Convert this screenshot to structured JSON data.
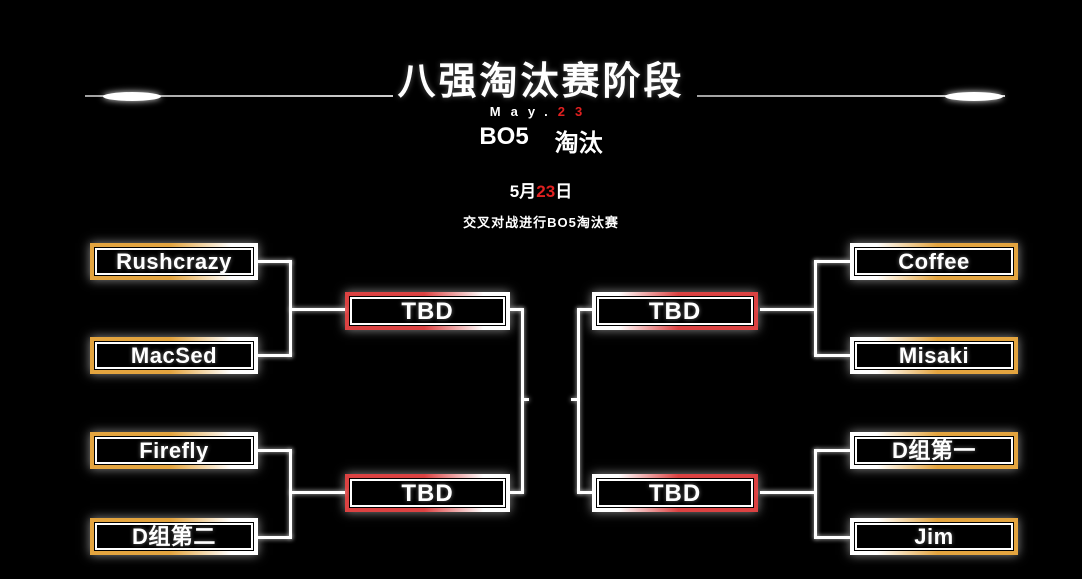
{
  "header": {
    "title": "八强淘汰赛阶段",
    "date_en": {
      "month": "May",
      "sep": ".",
      "day": "23"
    },
    "format": {
      "bo": "BO5",
      "stage": "淘汰"
    },
    "date_cn": {
      "prefix": "5月",
      "day": "23",
      "suffix": "日"
    },
    "description": "交叉对战进行BO5淘汰赛"
  },
  "bracket": {
    "left": {
      "q1": {
        "top": "Rushcrazy",
        "bottom": "MacSed",
        "winner": "TBD"
      },
      "q2": {
        "top": "Firefly",
        "bottom": "D组第二",
        "winner": "TBD"
      }
    },
    "right": {
      "q1": {
        "top": "Coffee",
        "bottom": "Misaki",
        "winner": "TBD"
      },
      "q2": {
        "top": "D组第一",
        "bottom": "Jim",
        "winner": "TBD"
      }
    }
  },
  "colors": {
    "background": "#000000",
    "gold": "#E3A43F",
    "red": "#DB4242",
    "accent_red_text": "#E02020",
    "line": "#FFFFFF",
    "text": "#FFFFFF"
  }
}
